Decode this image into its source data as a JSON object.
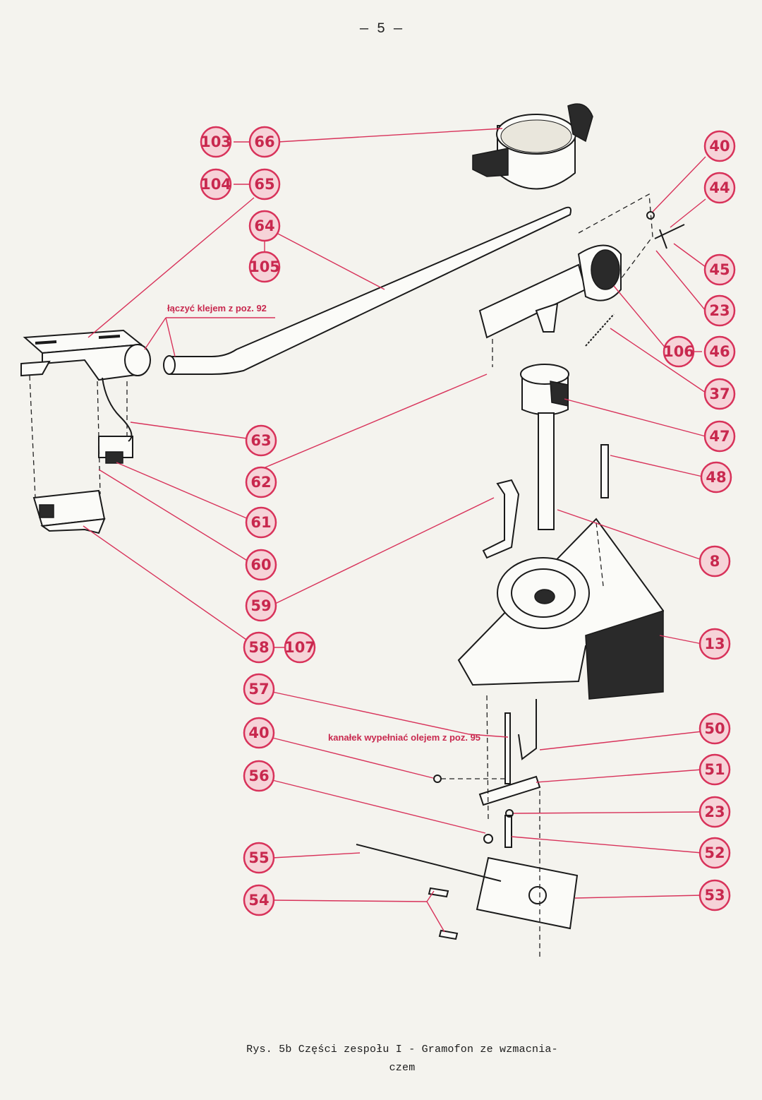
{
  "page_number": "— 5 —",
  "caption": {
    "line1": "Rys. 5b Części zespołu I - Gramofon ze wzmacnia-",
    "line2": "czem"
  },
  "notes": {
    "glue": "łączyć klejem z poz. 92",
    "oil": "kanałek wypełniać olejem z poz. 95"
  },
  "callouts": {
    "c103": "103",
    "c66": "66",
    "c104": "104",
    "c65": "65",
    "c64": "64",
    "c105": "105",
    "c63": "63",
    "c62": "62",
    "c61": "61",
    "c60": "60",
    "c59": "59",
    "c58": "58",
    "c107": "107",
    "c57": "57",
    "c40b": "40",
    "c56": "56",
    "c55": "55",
    "c54": "54",
    "c40a": "40",
    "c44": "44",
    "c45": "45",
    "c23a": "23",
    "c106": "106",
    "c46": "46",
    "c37": "37",
    "c47": "47",
    "c48": "48",
    "c8": "8",
    "c13": "13",
    "c50": "50",
    "c51": "51",
    "c23b": "23",
    "c52": "52",
    "c53": "53"
  },
  "colors": {
    "callout": "#d8325a",
    "callout_fill": "#f6d3d8",
    "ink": "#1a1a1a",
    "paper": "#f4f3ee"
  }
}
